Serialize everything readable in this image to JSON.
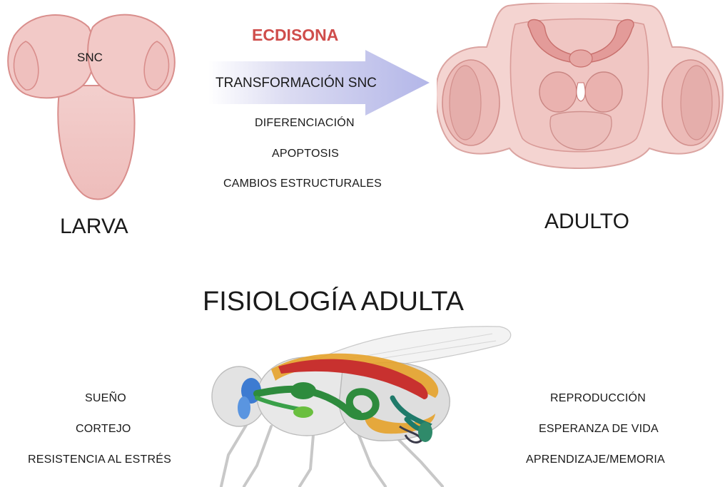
{
  "larva": {
    "organ_label": "SNC",
    "caption": "LARVA"
  },
  "adult": {
    "caption": "ADULTO"
  },
  "transition": {
    "hormone": "ECDISONA",
    "arrow_label": "TRANSFORMACIÓN SNC",
    "processes": [
      "DIFERENCIACIÓN",
      "APOPTOSIS",
      "CAMBIOS ESTRUCTURALES"
    ]
  },
  "physiology": {
    "title": "FISIOLOGÍA ADULTA",
    "left_items": [
      "SUEÑO",
      "CORTEJO",
      "RESISTENCIA AL ESTRÉS"
    ],
    "right_items": [
      "REPRODUCCIÓN",
      "ESPERANZA DE VIDA",
      "APRENDIZAJE/MEMORIA"
    ]
  },
  "colors": {
    "brain_fill": "#f2c9c7",
    "brain_stroke": "#d98e8c",
    "hormone_red": "#cf4d4b",
    "arrow_blue": "#b3b6e8",
    "gut_green": "#2e8b3d",
    "fat_orange": "#e6a22a",
    "fly_blue": "#3d7bd1"
  }
}
